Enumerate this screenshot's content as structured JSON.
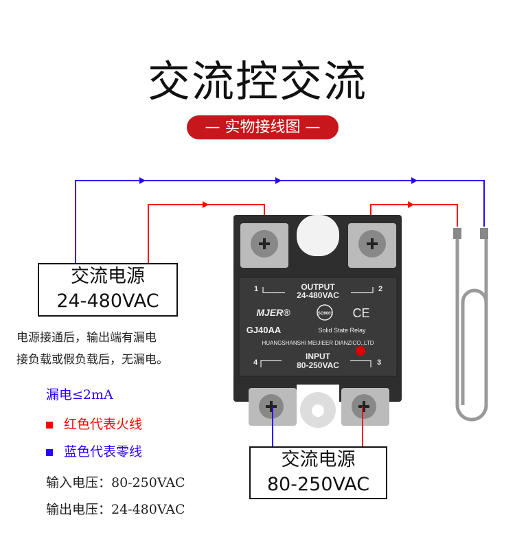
{
  "title": "交流控交流",
  "badge": "— 实物接线图 —",
  "left_box": {
    "line1": "交流电源",
    "line2": "24-480VAC"
  },
  "bottom_box": {
    "line1": "交流电源",
    "line2": "80-250VAC"
  },
  "note": [
    "电源接通后，输出端有漏电",
    "接负载或假负载后，无漏电。"
  ],
  "leakage": "漏电≤2mA",
  "legend": [
    {
      "label": "红色代表火线",
      "color": "#ff0000"
    },
    {
      "label": "蓝色代表零线",
      "color": "#2a00ff"
    }
  ],
  "specs": [
    "输入电压：80-250VAC",
    "输出电压：24-480VAC"
  ],
  "relay": {
    "output_label": "OUTPUT",
    "output_range": "24-480VAC",
    "brand": "MJER®",
    "iso": "ISO9001",
    "ce": "CE",
    "model": "GJ40AA",
    "type": "Solid State Relay",
    "maker": "HUANGSHANSHI MEIJIEER DIANZICO.,LTD",
    "input_label": "INPUT",
    "input_range": "80-250VAC",
    "t1": "1",
    "t2": "2",
    "t3": "3",
    "t4": "4"
  },
  "colors": {
    "live": "#ff0000",
    "neutral": "#2a00ff",
    "accent": "#c8161d"
  }
}
